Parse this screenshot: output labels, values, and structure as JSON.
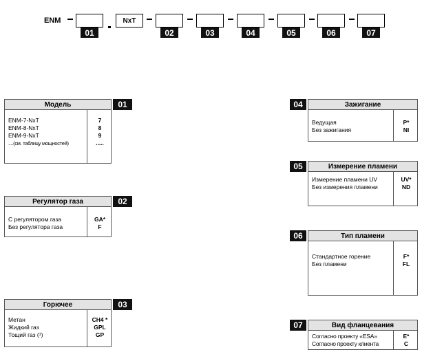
{
  "code": {
    "prefix": "ENM",
    "fixed_segment": "NxT",
    "slot_numbers": [
      "01",
      "02",
      "03",
      "04",
      "05",
      "06",
      "07"
    ]
  },
  "tables": {
    "model": {
      "number": "01",
      "title": "Модель",
      "rows": [
        {
          "label": "ENM-7-NxT",
          "value": "7"
        },
        {
          "label": "ENM-8-NxT",
          "value": "8"
        },
        {
          "label": "ENM-9-NxT",
          "value": "9"
        },
        {
          "label": "....(см. таблицу мощностей)",
          "value": "....."
        }
      ]
    },
    "gas_regulator": {
      "number": "02",
      "title": "Регулятор газа",
      "rows": [
        {
          "label": "С регулятором газа",
          "value": "GA*"
        },
        {
          "label": "Без регулятора газа",
          "value": "F"
        }
      ]
    },
    "fuel": {
      "number": "03",
      "title": "Горючее",
      "rows": [
        {
          "label": "Метан",
          "value": "CH4 *"
        },
        {
          "label": "Жидкий газ",
          "value": "GPL"
        },
        {
          "label": "Тощий газ (¹)",
          "value": "GP"
        }
      ]
    },
    "ignition": {
      "number": "04",
      "title": "Зажигание",
      "rows": [
        {
          "label": "Ведущая",
          "value": "P*"
        },
        {
          "label": "Без зажигания",
          "value": "NI"
        }
      ]
    },
    "flame_measurement": {
      "number": "05",
      "title": "Измерение пламени",
      "rows": [
        {
          "label": "Измерение пламени UV",
          "value": "UV*"
        },
        {
          "label": "Без измерения пламени",
          "value": "ND"
        }
      ]
    },
    "flame_type": {
      "number": "06",
      "title": "Тип пламени",
      "rows": [
        {
          "label": "Стандартное горение",
          "value": "F*"
        },
        {
          "label": "Без пламени",
          "value": "FL"
        }
      ]
    },
    "flange_type": {
      "number": "07",
      "title": "Вид фланцевания",
      "rows": [
        {
          "label": "Согласно проекту «ESA»",
          "value": "E*"
        },
        {
          "label": "Согласно проекту клиента",
          "value": "C"
        }
      ]
    }
  }
}
